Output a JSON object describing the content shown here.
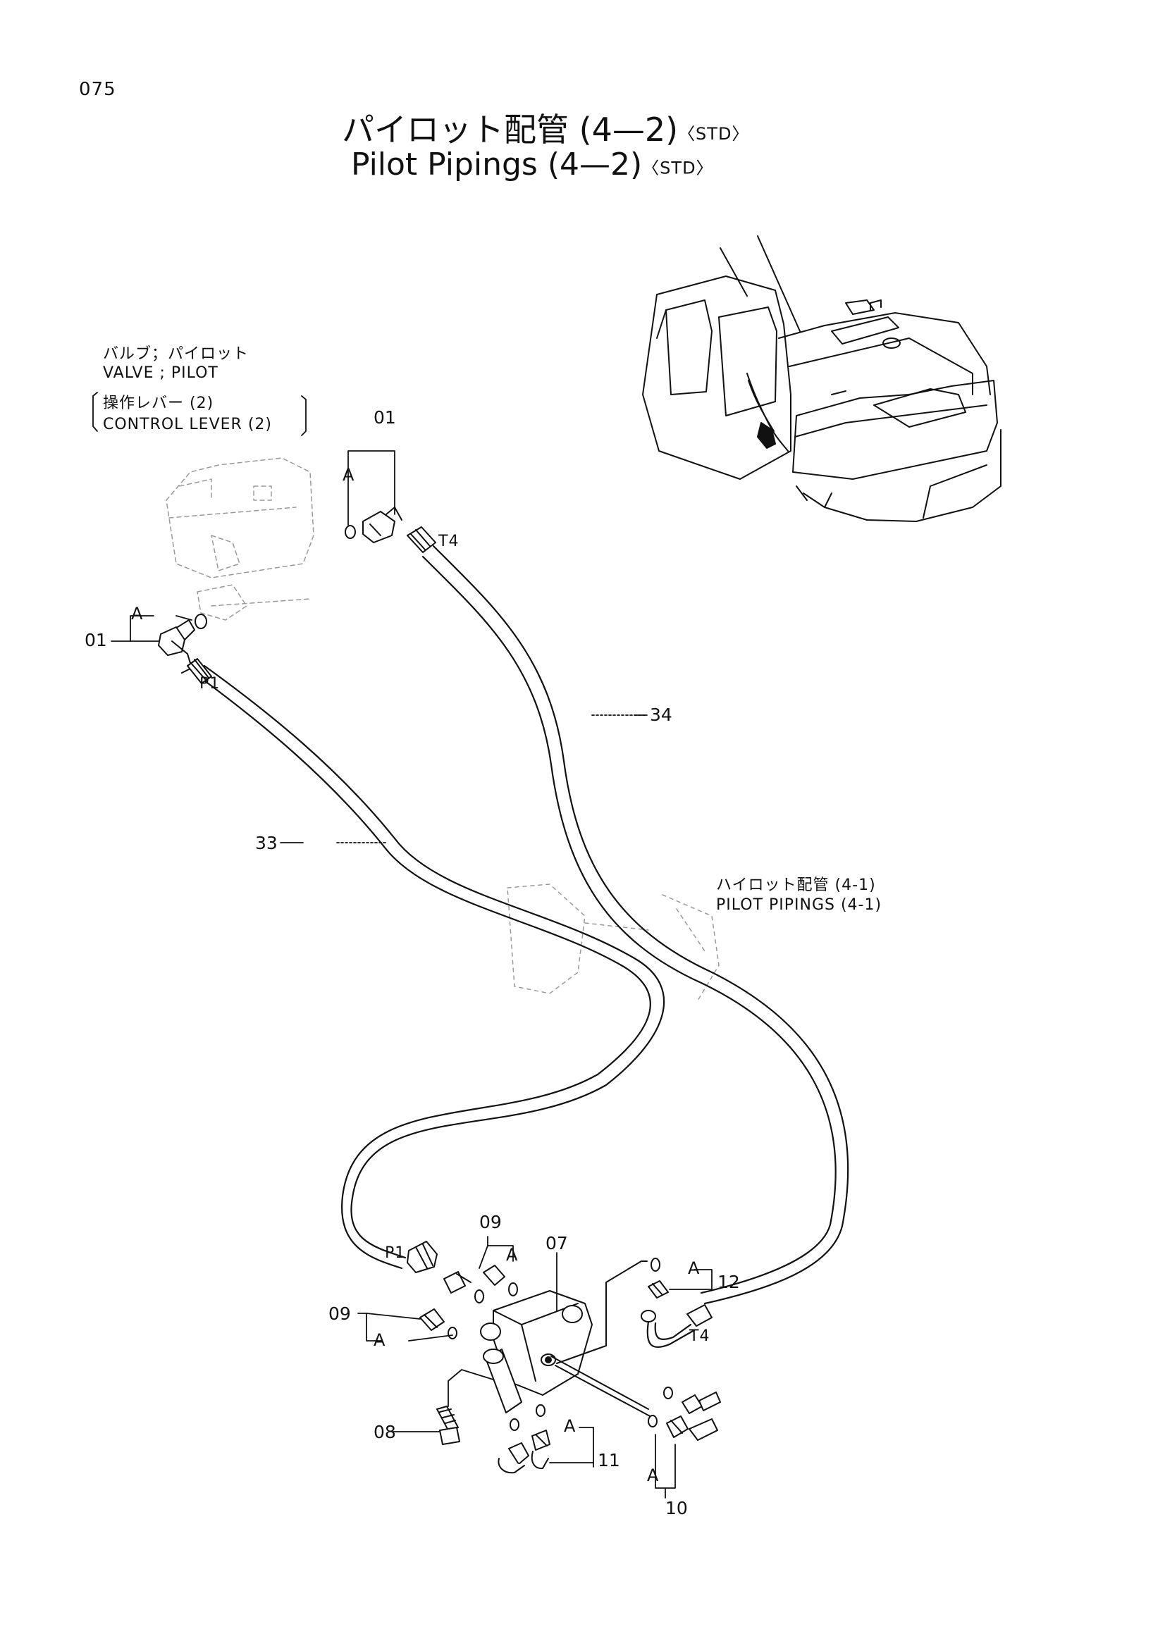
{
  "header": {
    "page_number": "075",
    "title_jp": "パイロット配管 (4—2)",
    "title_en": "Pilot Pipings (4—2)",
    "variant": "〈STD〉"
  },
  "callouts": {
    "valve_pilot_jp": "バルブ；パイロット",
    "valve_pilot_en": "VALVE ; PILOT",
    "control_lever_jp": "操作レバー (2)",
    "control_lever_en": "CONTROL LEVER (2)",
    "pilot_pipings_ref_jp": "ハイロット配管 (4-1)",
    "pilot_pipings_ref_en": "PILOT PIPINGS (4-1)"
  },
  "parts": {
    "p01_top": "01",
    "p01_left": "01",
    "p33": "33",
    "p34": "34",
    "p07": "07",
    "p08": "08",
    "p09_top": "09",
    "p09_left": "09",
    "p10": "10",
    "p11": "11",
    "p12": "12"
  },
  "ports": {
    "t4_top": "T4",
    "p1_top": "P1",
    "p1_bottom": "P1",
    "t4_bottom": "T4"
  },
  "markers": {
    "a1": "A",
    "a2": "A",
    "a3": "A",
    "a4": "A",
    "a5": "A",
    "a6": "A",
    "a7": "A"
  }
}
